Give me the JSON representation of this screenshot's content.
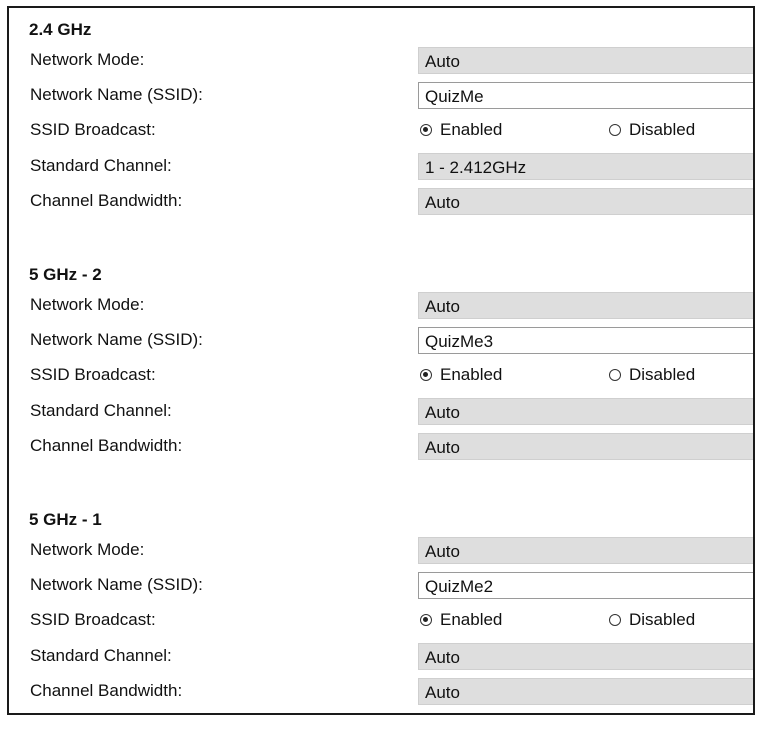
{
  "sections": [
    {
      "title": "2.4 GHz",
      "network_mode": {
        "label": "Network Mode:",
        "value": "Auto"
      },
      "network_name": {
        "label": "Network Name (SSID):",
        "value": "QuizMe"
      },
      "ssid_broadcast": {
        "label": "SSID Broadcast:",
        "enabled_label": "Enabled",
        "disabled_label": "Disabled",
        "selected": "Enabled"
      },
      "standard_channel": {
        "label": "Standard Channel:",
        "value": "1 - 2.412GHz"
      },
      "channel_bandwidth": {
        "label": "Channel Bandwidth:",
        "value": "Auto"
      }
    },
    {
      "title": "5 GHz - 2",
      "network_mode": {
        "label": "Network Mode:",
        "value": "Auto"
      },
      "network_name": {
        "label": "Network Name (SSID):",
        "value": "QuizMe3"
      },
      "ssid_broadcast": {
        "label": "SSID Broadcast:",
        "enabled_label": "Enabled",
        "disabled_label": "Disabled",
        "selected": "Enabled"
      },
      "standard_channel": {
        "label": "Standard Channel:",
        "value": "Auto"
      },
      "channel_bandwidth": {
        "label": "Channel Bandwidth:",
        "value": "Auto"
      }
    },
    {
      "title": "5 GHz - 1",
      "network_mode": {
        "label": "Network Mode:",
        "value": "Auto"
      },
      "network_name": {
        "label": "Network Name (SSID):",
        "value": "QuizMe2"
      },
      "ssid_broadcast": {
        "label": "SSID Broadcast:",
        "enabled_label": "Enabled",
        "disabled_label": "Disabled",
        "selected": "Enabled"
      },
      "standard_channel": {
        "label": "Standard Channel:",
        "value": "Auto"
      },
      "channel_bandwidth": {
        "label": "Channel Bandwidth:",
        "value": "Auto"
      }
    }
  ]
}
